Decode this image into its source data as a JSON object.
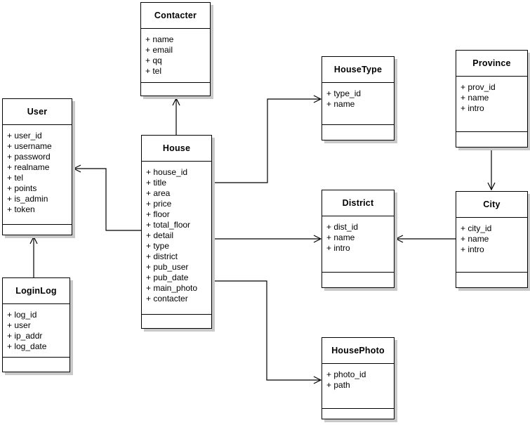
{
  "diagram": {
    "type": "uml-class-diagram",
    "classes": [
      {
        "name": "Contacter",
        "attributes": [
          "+ name",
          "+ email",
          "+ qq",
          "+ tel"
        ]
      },
      {
        "name": "User",
        "attributes": [
          "+ user_id",
          "+ username",
          "+ password",
          "+ realname",
          "+ tel",
          "+ points",
          "+ is_admin",
          "+ token"
        ]
      },
      {
        "name": "LoginLog",
        "attributes": [
          "+ log_id",
          "+ user",
          "+ ip_addr",
          "+ log_date"
        ]
      },
      {
        "name": "House",
        "attributes": [
          "+ house_id",
          "+ title",
          "+ area",
          "+ price",
          "+ floor",
          "+ total_floor",
          "+ detail",
          "+ type",
          "+ district",
          "+ pub_user",
          "+ pub_date",
          "+ main_photo",
          "+ contacter"
        ]
      },
      {
        "name": "HouseType",
        "attributes": [
          "+ type_id",
          "+ name"
        ]
      },
      {
        "name": "Province",
        "attributes": [
          "+ prov_id",
          "+ name",
          "+ intro"
        ]
      },
      {
        "name": "District",
        "attributes": [
          "+ dist_id",
          "+ name",
          "+ intro"
        ]
      },
      {
        "name": "City",
        "attributes": [
          "+ city_id",
          "+ name",
          "+ intro"
        ]
      },
      {
        "name": "HousePhoto",
        "attributes": [
          "+ photo_id",
          "+ path"
        ]
      }
    ],
    "connections": [
      {
        "from": "House",
        "to": "Contacter"
      },
      {
        "from": "House",
        "to": "User"
      },
      {
        "from": "LoginLog",
        "to": "User"
      },
      {
        "from": "House",
        "to": "HouseType"
      },
      {
        "from": "House",
        "to": "District"
      },
      {
        "from": "House",
        "to": "HousePhoto"
      },
      {
        "from": "City",
        "to": "District"
      },
      {
        "from": "Province",
        "to": "City"
      }
    ]
  },
  "colors": {
    "background": "#ffffff",
    "box_fill": "#ffffff",
    "border": "#000000",
    "shadow": "#c9c9c9",
    "text": "#000000"
  }
}
